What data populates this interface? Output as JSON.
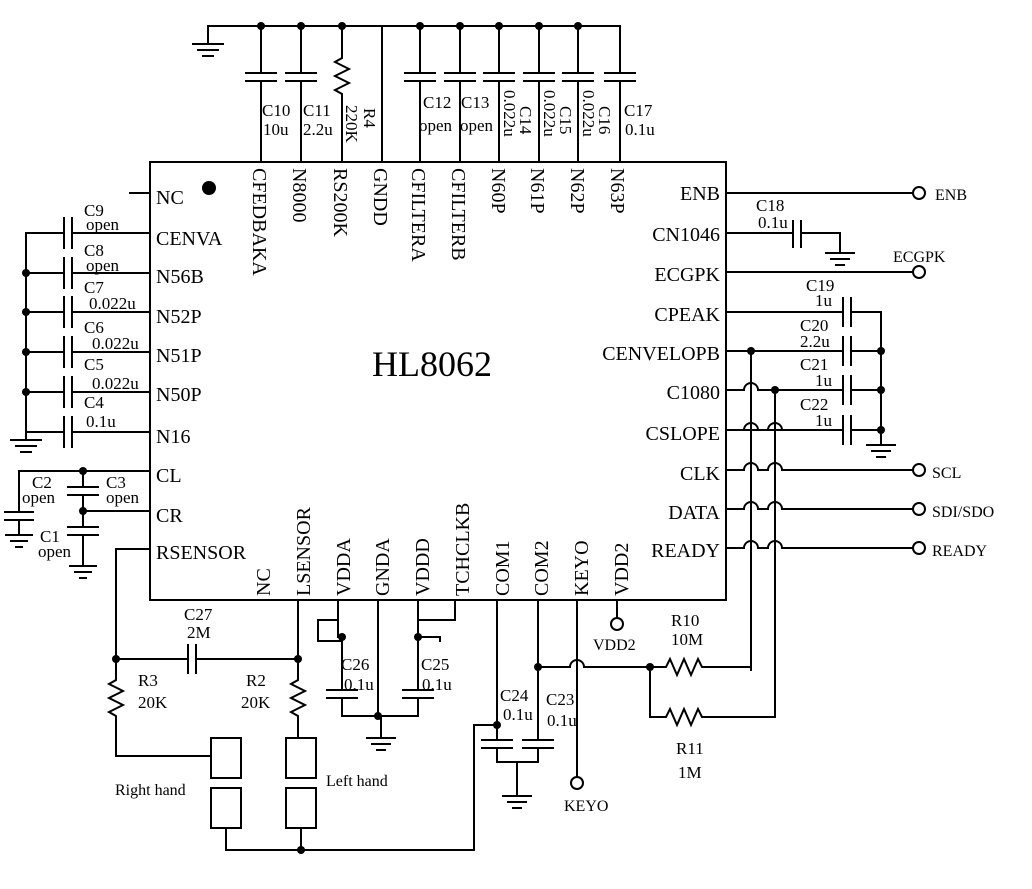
{
  "chip": {
    "name": "HL8062",
    "left_pins": [
      "NC",
      "CENVA",
      "N56B",
      "N52P",
      "N51P",
      "N50P",
      "N16",
      "CL",
      "CR",
      "RSENSOR"
    ],
    "top_pins": [
      "CFEDBAKA",
      "N8000",
      "RS200K",
      "GNDD",
      "CFILTERA",
      "CFILTERB",
      "N60P",
      "N61P",
      "N62P",
      "N63P"
    ],
    "right_pins": [
      "ENB",
      "CN1046",
      "ECGPK",
      "CPEAK",
      "CENVELOPB",
      "C1080",
      "CSLOPE",
      "CLK",
      "DATA",
      "READY"
    ],
    "bottom_pins": [
      "NC",
      "LSENSOR",
      "VDDA",
      "GNDA",
      "VDDD",
      "TCHCLKB",
      "COM1",
      "COM2",
      "KEYO",
      "VDD2"
    ]
  },
  "components": {
    "c10": {
      "name": "C10",
      "value": "10u"
    },
    "c11": {
      "name": "C11",
      "value": "2.2u"
    },
    "r4": {
      "name": "R4",
      "value": "220K"
    },
    "c12": {
      "name": "C12",
      "value": "open"
    },
    "c13": {
      "name": "C13",
      "value": "open"
    },
    "c14": {
      "name": "C14",
      "value": "0.022u"
    },
    "c15": {
      "name": "C15",
      "value": "0.022u"
    },
    "c16": {
      "name": "C16",
      "value": "0.022u"
    },
    "c17": {
      "name": "C17",
      "value": "0.1u"
    },
    "c9": {
      "name": "C9",
      "value": "open"
    },
    "c8": {
      "name": "C8",
      "value": "open"
    },
    "c7": {
      "name": "C7",
      "value": "0.022u"
    },
    "c6": {
      "name": "C6",
      "value": "0.022u"
    },
    "c5": {
      "name": "C5",
      "value": "0.022u"
    },
    "c4": {
      "name": "C4",
      "value": "0.1u"
    },
    "c2": {
      "name": "C2",
      "value": "open"
    },
    "c3": {
      "name": "C3",
      "value": "open"
    },
    "c1": {
      "name": "C1",
      "value": "open"
    },
    "c18": {
      "name": "C18",
      "value": "0.1u"
    },
    "c19": {
      "name": "C19",
      "value": "1u"
    },
    "c20": {
      "name": "C20",
      "value": "2.2u"
    },
    "c21": {
      "name": "C21",
      "value": "1u"
    },
    "c22": {
      "name": "C22",
      "value": "1u"
    },
    "c27": {
      "name": "C27",
      "value": "2M"
    },
    "r3": {
      "name": "R3",
      "value": "20K"
    },
    "r2": {
      "name": "R2",
      "value": "20K"
    },
    "c26": {
      "name": "C26",
      "value": "0.1u"
    },
    "c25": {
      "name": "C25",
      "value": "0.1u"
    },
    "c24": {
      "name": "C24",
      "value": "0.1u"
    },
    "c23": {
      "name": "C23",
      "value": "0.1u"
    },
    "r10": {
      "name": "R10",
      "value": "10M"
    },
    "r11": {
      "name": "R11",
      "value": "1M"
    }
  },
  "nets": {
    "enb": "ENB",
    "ecgpk": "ECGPK",
    "scl": "SCL",
    "sdi_sdo": "SDI/SDO",
    "ready": "READY",
    "vdd2": "VDD2",
    "keyo": "KEYO"
  },
  "electrodes": {
    "right": "Right hand",
    "left": "Left hand"
  }
}
